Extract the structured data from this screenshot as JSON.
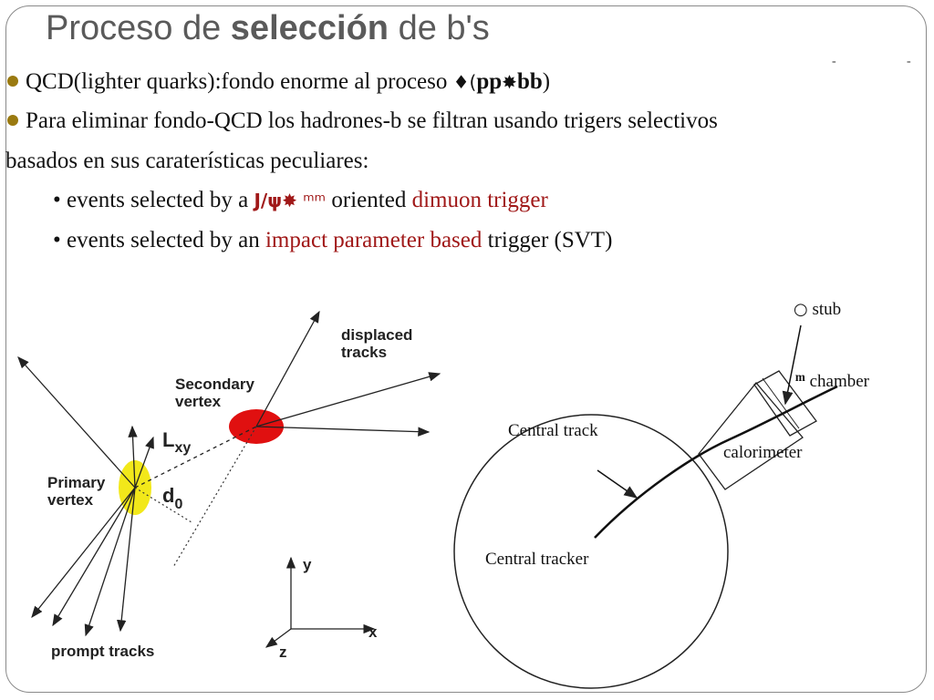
{
  "title": {
    "part1": "Proceso de ",
    "bold": "selección",
    "part2": " de b's"
  },
  "corner_marks": [
    "-",
    "-"
  ],
  "lines": {
    "l1_text": "QCD(lighter quarks):fondo enorme al proceso ",
    "l1_sym": "♦(",
    "l1_bold1": "pp",
    "l1_sym2": "✸",
    "l1_bold2": "bb",
    "l1_end": ")",
    "l2_text": "Para eliminar fondo-QCD los hadrones-b se filtran usando trigers selectivos",
    "l3_text": "basados en sus caraterísticas peculiares:",
    "l4_pre": "• events selected by a ",
    "l4_jpsi": "J/ψ",
    "l4_sym": "✸   ᵐᵐ",
    "l4_mid": "  oriented ",
    "l4_red": "dimuon trigger",
    "l5_pre": "• events selected by an ",
    "l5_red": "impact parameter based",
    "l5_post": " trigger (SVT)"
  },
  "left_diagram": {
    "displaced_tracks": [
      "displaced",
      "tracks"
    ],
    "secondary_vertex": [
      "Secondary",
      "vertex"
    ],
    "primary_vertex": [
      "Primary",
      "vertex"
    ],
    "lxy_main": "L",
    "lxy_sub": "xy",
    "d0_main": "d",
    "d0_sub": "0",
    "prompt_tracks": "prompt tracks",
    "axis_y": "y",
    "axis_x": "x",
    "axis_z": "z",
    "colors": {
      "primary": "#f2e81a",
      "secondary": "#e01010"
    }
  },
  "right_diagram": {
    "stub": "stub",
    "stub_sym": "○",
    "chamber": "chamber",
    "chamber_sym": "ᵐ",
    "central_track": "Central track",
    "calorimeter": "calorimeter",
    "central_tracker": "Central tracker"
  }
}
